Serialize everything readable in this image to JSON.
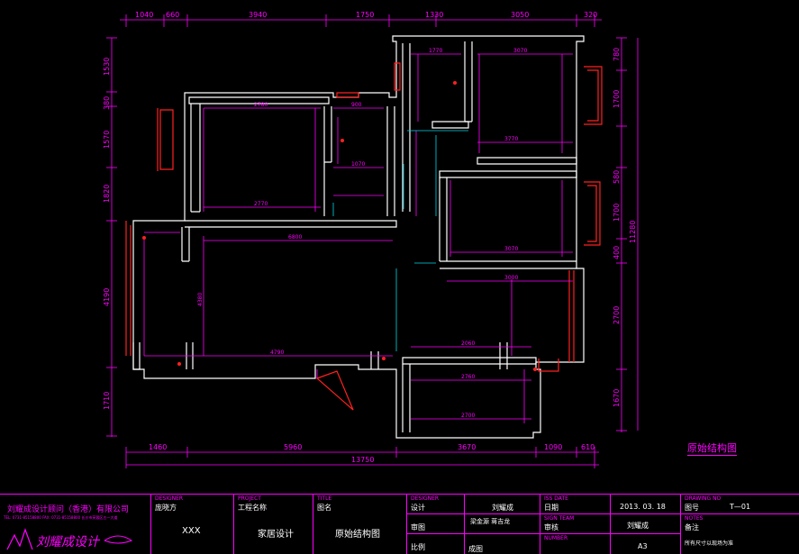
{
  "top_dims": [
    "1040",
    "660",
    "3940",
    "1750",
    "1330",
    "3050",
    "320"
  ],
  "bottom_dims": [
    "1460",
    "5960",
    "3670",
    "1090",
    "610"
  ],
  "total_dim": "13750",
  "left_dims": [
    "1530",
    "380",
    "1570",
    "1820",
    "4190",
    "1710"
  ],
  "right_dims": [
    "780",
    "1700",
    "580",
    "1700",
    "400",
    "2700",
    "1670"
  ],
  "right_total": "11280",
  "room_dims": {
    "r1": "1770",
    "r2": "3070",
    "r3": "1070",
    "r4": "900",
    "r5": "2780",
    "r6": "3770",
    "r7": "2770",
    "r8": "4790",
    "r9": "6800",
    "r10": "3000",
    "r11": "2700",
    "r12": "2060",
    "r13": "2760",
    "r14": "4380",
    "r15": "3070"
  },
  "cad_title": "原始结构图",
  "title_block": {
    "company": "刘耀成设计顾问（香港）有限公司",
    "company_small": "TEL: 0731-85158800   FAX: 0731-85158800   长沙市芙蓉区五一大道",
    "designer_hd": "DESIGNER",
    "designer": "庞晓方",
    "project_hd": "PROJECT",
    "project_label": "工程名称",
    "project": "XXX",
    "title_hd": "TITLE",
    "title_label": "图名",
    "title_sub": "家居设计",
    "drawing_name": "原始结构图",
    "design_hd": "DESIGNER",
    "design_label": "设计",
    "design_name": "刘耀成",
    "check_label": "审图",
    "check_name": "梁金源   蒋吉龙",
    "scale_label": "比例",
    "final_label": "成图",
    "date_hd": "ISS DATE",
    "date_label": "日期",
    "date": "2013. 03. 18",
    "review_hd": "SIGN TEAM",
    "review_label": "审核",
    "review_name": "刘耀成",
    "size_hd": "NUMBER",
    "size": "A3",
    "drawing_no_hd": "DRAWING NO",
    "drawing_no_label": "图号",
    "drawing_no": "T—01",
    "notes_hd": "NOTES",
    "notes_label": "备注",
    "notes": "所有尺寸以现场为准"
  },
  "colors": {
    "dim": "#ff00ff",
    "wall": "#ffffff",
    "window": "#ff2020",
    "bg": "#000000",
    "aux": "#00d8e8"
  },
  "icons": [
    "company-logo"
  ]
}
